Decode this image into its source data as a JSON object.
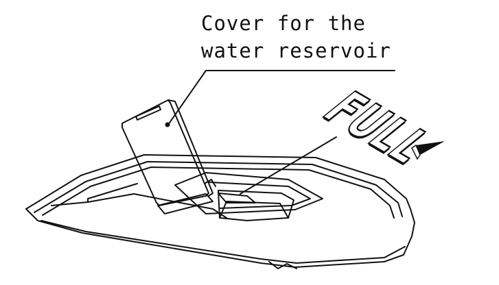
{
  "callout": {
    "line1": "Cover for the",
    "line2": "water reservoir"
  },
  "indicator": {
    "text": "FULL"
  },
  "colors": {
    "line": "#111111",
    "background": "#ffffff"
  },
  "icons": {
    "pointer": "triangle-pointer"
  }
}
